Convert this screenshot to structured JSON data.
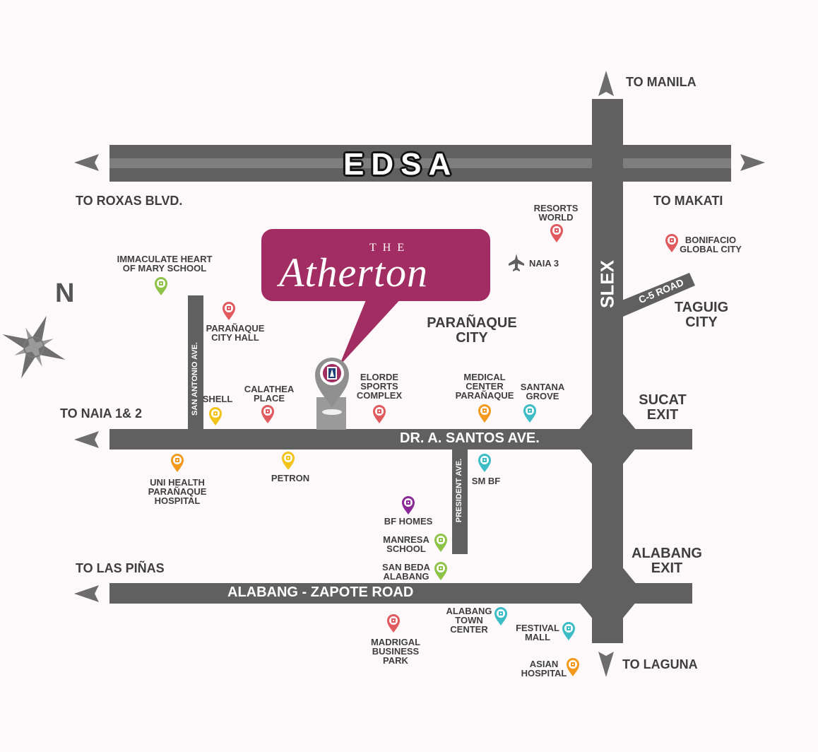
{
  "brand": {
    "prefix": "THE",
    "name": "Atherton"
  },
  "north_label": "N",
  "roads": {
    "edsa": "EDSA",
    "slex": "SLEX",
    "santos": "DR. A. SANTOS AVE.",
    "zapote": "ALABANG - ZAPOTE ROAD",
    "san_antonio": "SAN ANTONIO AVE.",
    "president": "PRESIDENT AVE.",
    "c5": "C-5 ROAD"
  },
  "directions": {
    "manila": "TO MANILA",
    "roxas": "TO ROXAS BLVD.",
    "makati": "TO MAKATI",
    "naia12": "TO NAIA 1& 2",
    "las_pinas": "TO LAS PIÑAS",
    "laguna": "TO LAGUNA"
  },
  "cities": {
    "paranaque": "PARAÑAQUE\nCITY",
    "taguig": "TAGUIG\nCITY",
    "sucat": "SUCAT\nEXIT",
    "alabang": "ALABANG\nEXIT"
  },
  "landmarks": {
    "naia3": "NAIA 3",
    "resorts_world": "RESORTS\nWORLD",
    "bgc": "BONIFACIO\nGLOBAL CITY",
    "immaculate": "IMMACULATE HEART\nOF MARY SCHOOL",
    "city_hall": "PARAÑAQUE\nCITY HALL",
    "shell": "SHELL",
    "calathea": "CALATHEA\nPLACE",
    "elorde": "ELORDE\nSPORTS\nCOMPLEX",
    "medical": "MEDICAL\nCENTER\nPARAÑAQUE",
    "santana": "SANTANA\nGROVE",
    "uni_health": "UNI HEALTH\nPARAÑAQUE\nHOSPITAL",
    "petron": "PETRON",
    "sm_bf": "SM BF",
    "bf_homes": "BF HOMES",
    "manresa": "MANRESA\nSCHOOL",
    "san_beda": "SAN BEDA\nALABANG",
    "alabang_tc": "ALABANG\nTOWN\nCENTER",
    "festival": "FESTIVAL\nMALL",
    "madrigal": "MADRIGAL\nBUSINESS\nPARK",
    "asian": "ASIAN\nHOSPITAL"
  },
  "pin_colors": {
    "red": "#e05a5e",
    "green": "#8fc249",
    "yellow": "#f2c41a",
    "orange": "#f39a1e",
    "teal": "#3cbcc4",
    "purple": "#8a2a96"
  },
  "colors": {
    "road": "#606060",
    "road_stripe": "#7e7e7e",
    "brand": "#a22d62",
    "arrow": "#6d6d6d"
  }
}
